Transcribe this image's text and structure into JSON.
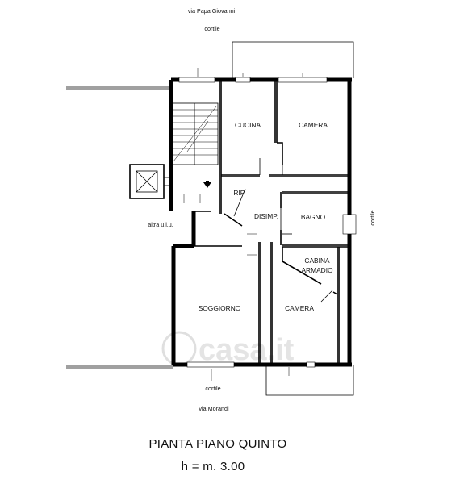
{
  "streets": {
    "top": "via Papa Giovanni",
    "bottom": "via Morandi"
  },
  "courtyards": {
    "top": "cortile",
    "bottom": "cortile",
    "right": "cortile"
  },
  "neighbor": "altra u.i.u.",
  "rooms": {
    "kitchen": "CUCINA",
    "bedroom_top": "CAMERA",
    "storage": "RIP.",
    "hallway": "DISIMP.",
    "bathroom": "BAGNO",
    "walkin_line1": "CABINA",
    "walkin_line2": "ARMADIO",
    "living": "SOGGIORNO",
    "bedroom_bottom": "CAMERA"
  },
  "title": "PIANTA PIANO QUINTO",
  "height_note": "h = m. 3.00",
  "watermark": "casa.it"
}
